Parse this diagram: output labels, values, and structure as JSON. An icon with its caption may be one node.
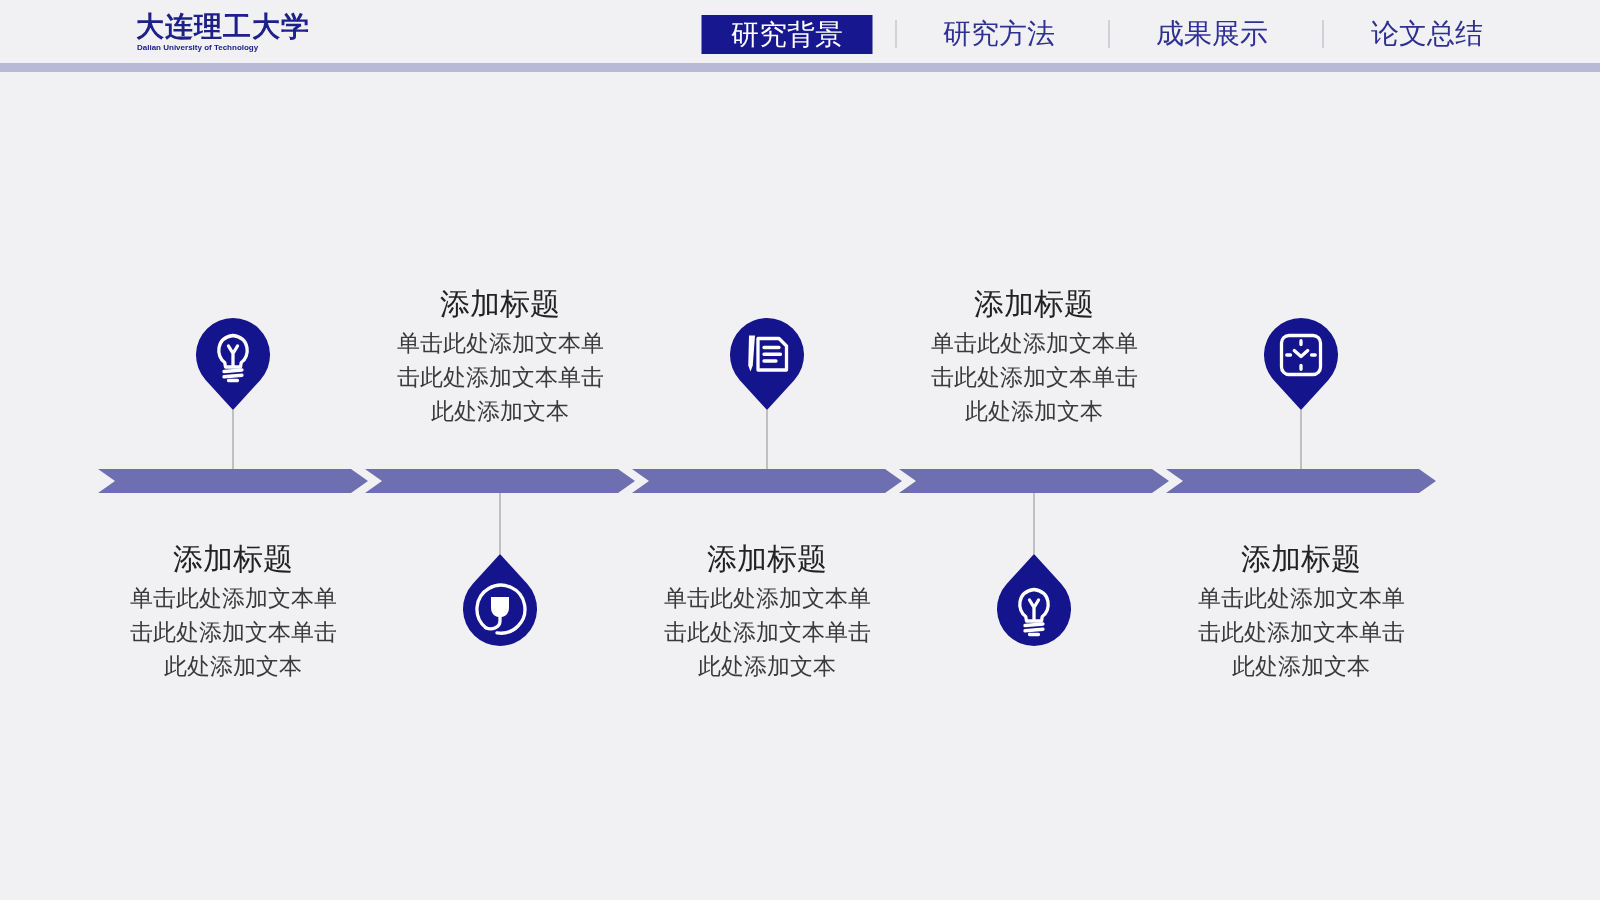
{
  "diagram": {
    "nodes": [
      {
        "text": [
          "研究背景"
        ]
      },
      {
        "text": [
          "研究方法"
        ]
      },
      {
        "text": [
          "成果展示"
        ]
      },
      {
        "text": [
          "论文总结"
        ]
      },
      {
        "text": [],
        "shape": "chevron",
        "beside": [
          "添加标题",
          "单击此处添加文本单击此处添加文本单击此处添加文本"
        ]
      },
      {
        "text": [],
        "shape": "chevron",
        "beside": [
          "添加标题",
          "单击此处添加文本单击此处添加文本单击此处添加文本"
        ]
      },
      {
        "text": [],
        "shape": "chevron",
        "beside": [
          "添加标题",
          "单击此处添加文本单击此处添加文本单击此处添加文本"
        ]
      },
      {
        "text": [],
        "shape": "chevron",
        "beside": [
          "添加标题",
          "单击此处添加文本单击此处添加文本单击此处添加文本"
        ]
      },
      {
        "text": [],
        "shape": "chevron",
        "beside": [
          "添加标题",
          "单击此处添加文本单击此处添加文本单击此处添加文本"
        ]
      },
      {
        "text": [],
        "shape": "pin"
      },
      {
        "text": [],
        "shape": "pin"
      },
      {
        "text": [],
        "shape": "pin"
      },
      {
        "text": [],
        "shape": "pin"
      },
      {
        "text": [],
        "shape": "pin"
      }
    ],
    "edges": [
      {
        "from": 9,
        "to": 4,
        "arrow": "none"
      },
      {
        "from": 10,
        "to": 5,
        "arrow": "none"
      },
      {
        "from": 11,
        "to": 6,
        "arrow": "none"
      },
      {
        "from": 12,
        "to": 7,
        "arrow": "none"
      },
      {
        "from": 13,
        "to": 8,
        "arrow": "none"
      }
    ],
    "labels": [
      "大连理工大学",
      "Dalian University of Technology"
    ]
  }
}
